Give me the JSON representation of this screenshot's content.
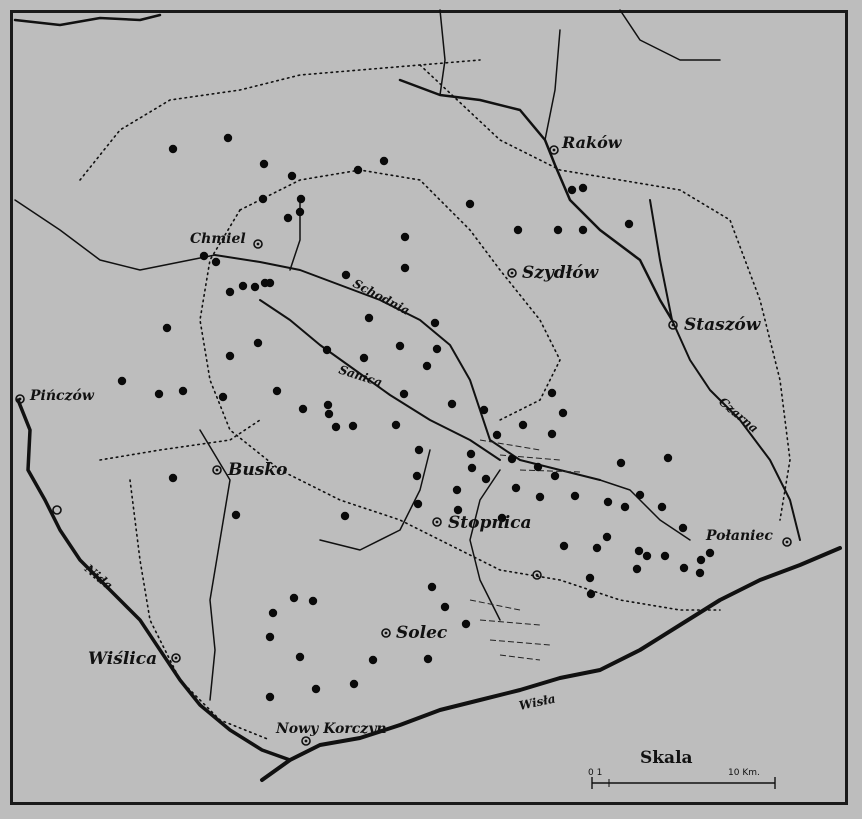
{
  "map": {
    "towns": [
      {
        "name": "Raków"
      },
      {
        "name": "Chmiel"
      },
      {
        "name": "Szydłów"
      },
      {
        "name": "Staszów"
      },
      {
        "name": "Pińczów"
      },
      {
        "name": "Busko"
      },
      {
        "name": "Stopnica"
      },
      {
        "name": "Połaniec"
      },
      {
        "name": "Solec"
      },
      {
        "name": "Wiślica"
      },
      {
        "name": "Nowy Korczyn"
      }
    ],
    "rivers": [
      {
        "name": "Schodnia"
      },
      {
        "name": "Sanica"
      },
      {
        "name": "Czarna"
      },
      {
        "name": "Nida"
      },
      {
        "name": "Wisła"
      }
    ],
    "scale": {
      "title": "Skala",
      "start": "0 1",
      "end": "10 Km."
    },
    "colors": {
      "paper": "#bdbdbd",
      "ink": "#111111"
    }
  }
}
